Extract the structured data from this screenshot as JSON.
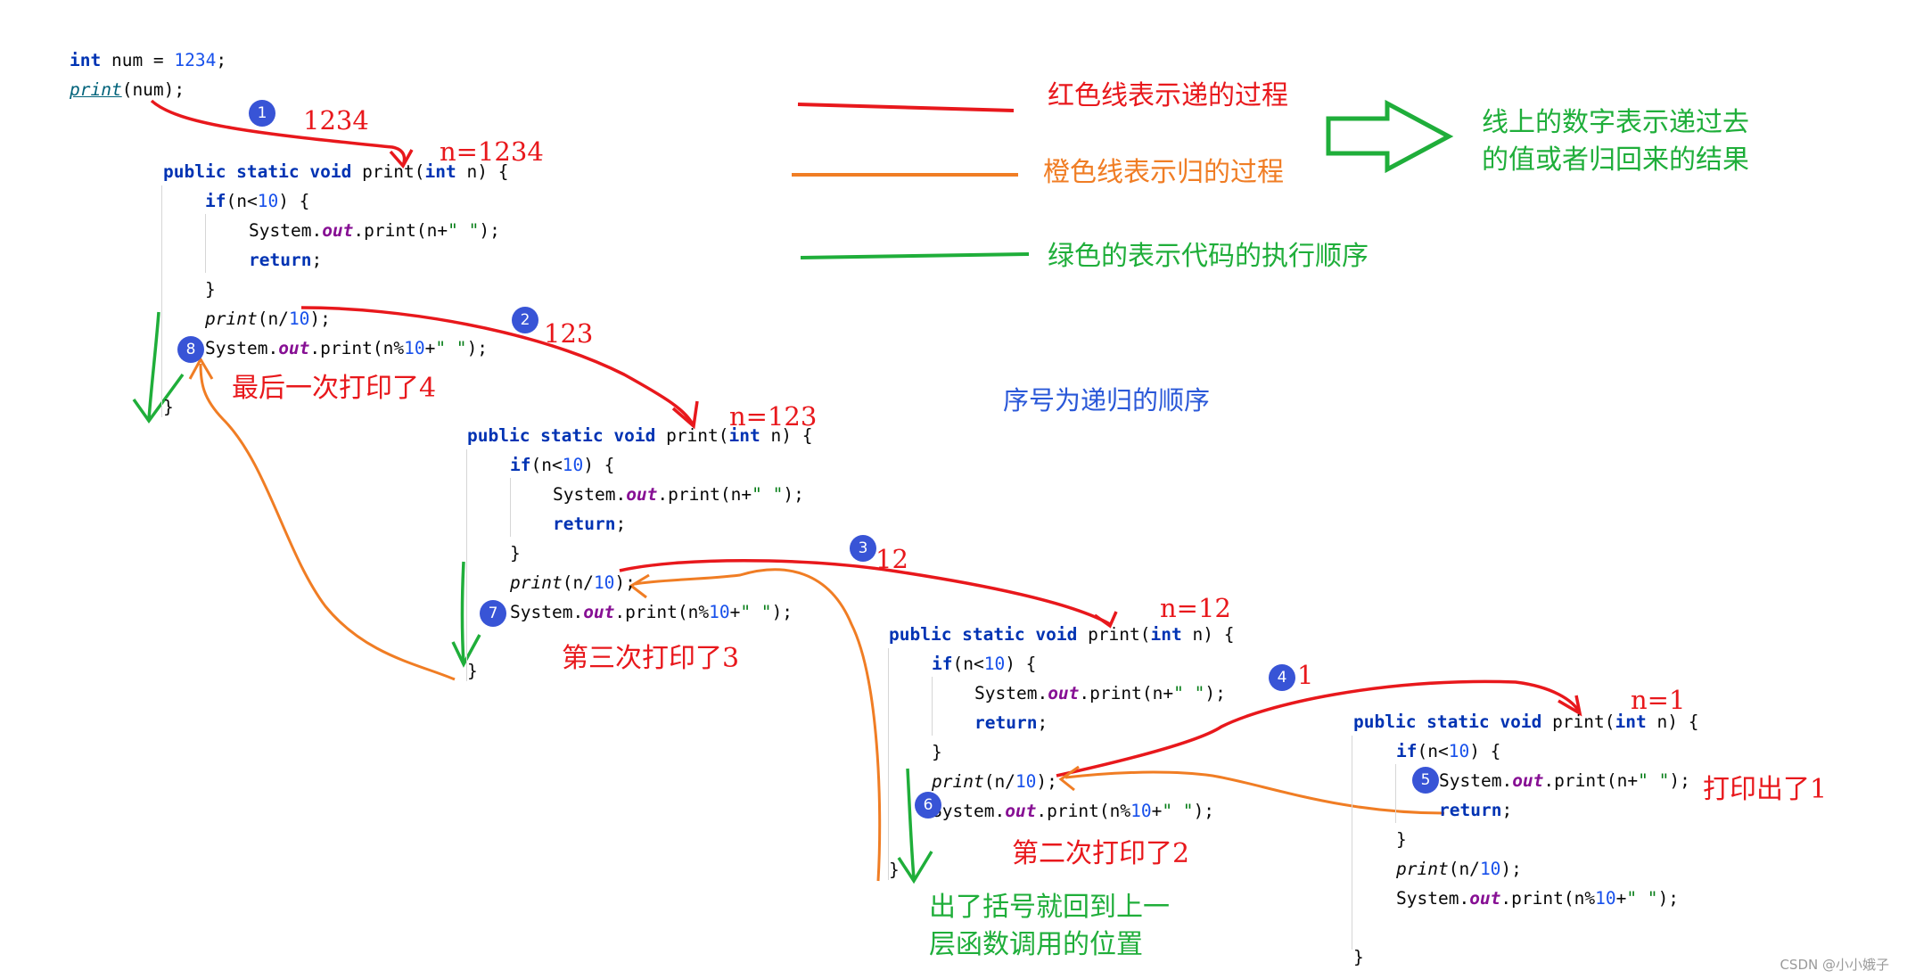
{
  "top": {
    "line1_kw": "int",
    "line1_rest": " num = ",
    "line1_num": "1234",
    "line1_end": ";",
    "line2_call": "print",
    "line2_rest": "(num);"
  },
  "code": {
    "sig_kw": "public static void",
    "sig_name": " print(",
    "sig_type": "int",
    "sig_end": " n) {",
    "if_kw": "if",
    "if_rest": "(n<",
    "if_num": "10",
    "if_end": ") {",
    "sys1": "System.",
    "out": "out",
    "print_n": ".print(n+",
    "space_str": "\" \"",
    "paren_end": ");",
    "return_kw": "return",
    "semi": ";",
    "close": "}",
    "rec_call": "print",
    "rec_open": "(n/",
    "rec_num": "10",
    "rec_end": ");",
    "print_mod": ".print(n%",
    "mod_num": "10",
    "plus": "+"
  },
  "legend": {
    "red": "红色线表示递的过程",
    "orange": "橙色线表示归的过程",
    "green": "绿色的表示代码的执行顺序",
    "note_line1": "线上的数字表示递过去",
    "note_line2": "的值或者归回来的结果",
    "order_note": "序号为递归的顺序"
  },
  "values": {
    "v1": "1234",
    "n1": "n=1234",
    "v2": "123",
    "n2": "n=123",
    "v3": "12",
    "n3": "n=12",
    "v4": "1",
    "n4": "n=1"
  },
  "annotations": {
    "last": "最后一次打印了4",
    "third": "第三次打印了3",
    "second": "第二次打印了2",
    "first": "打印出了1",
    "back1": "出了括号就回到上一",
    "back2": "层函数调用的位置"
  },
  "badges": [
    "1",
    "2",
    "3",
    "4",
    "5",
    "6",
    "7",
    "8"
  ],
  "colors": {
    "red": "#e8181c",
    "orange": "#f07d24",
    "green": "#1fae3a",
    "badge": "#3854d6",
    "keyword": "#0033b3"
  },
  "watermark": "CSDN @小小娥子"
}
